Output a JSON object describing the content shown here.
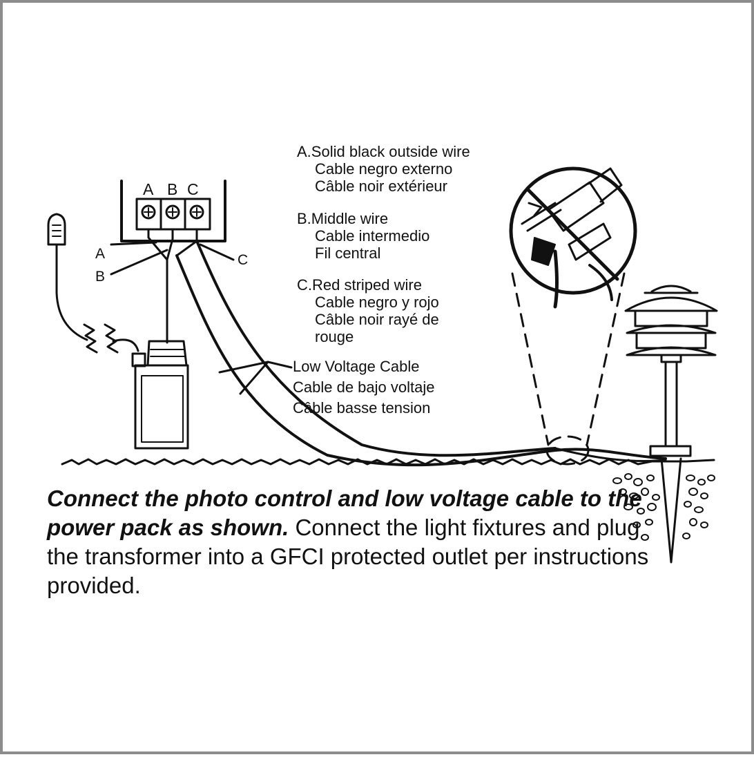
{
  "terminals": [
    "A",
    "B",
    "C"
  ],
  "wire_callouts": {
    "a": "A",
    "b": "B",
    "c": "C"
  },
  "legend": {
    "a": {
      "letter": "A.",
      "en": "Solid black outside wire",
      "es": "Cable negro externo",
      "fr": "Câble noir extérieur"
    },
    "b": {
      "letter": "B.",
      "en": "Middle wire",
      "es": "Cable intermedio",
      "fr": "Fil central"
    },
    "c": {
      "letter": "C.",
      "en": "Red striped wire",
      "es": "Cable negro y rojo",
      "fr1": "Câble noir rayé de",
      "fr2": "rouge"
    }
  },
  "cable_label": {
    "en": "Low Voltage Cable",
    "es": "Cable de bajo voltaje",
    "fr": "Câble basse tension"
  },
  "caption": {
    "bold": "Connect the photo control and low voltage cable to the power pack as shown.",
    "regular": " Connect the light fixtures and plug the transformer into a GFCI protected outlet per instructions provided."
  },
  "colors": {
    "border": "#8c8c8c",
    "ink": "#111111"
  }
}
